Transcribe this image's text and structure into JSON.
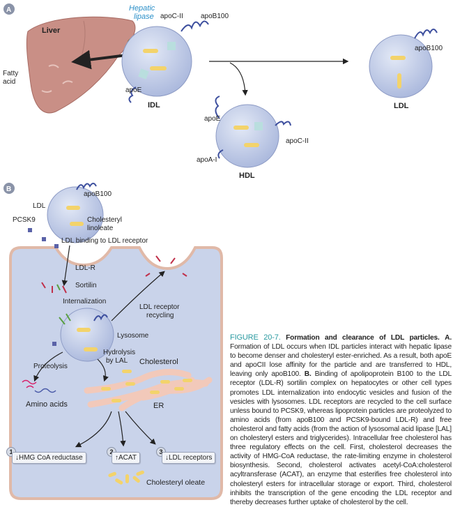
{
  "panel_a": {
    "badge": "A",
    "liver": "Liver",
    "fatty_acid": "Fatty acid",
    "fatty_acid_line1": "Fatty",
    "fatty_acid_line2": "acid",
    "hepatic_lipase_line1": "Hepatic",
    "hepatic_lipase_line2": "lipase",
    "idl": {
      "name": "IDL",
      "apoC2": "apoC-II",
      "apoB100": "apoB100",
      "apoE": "apoE"
    },
    "ldl": {
      "name": "LDL",
      "apoB100": "apoB100"
    },
    "hdl": {
      "name": "HDL",
      "apoE": "apoE",
      "apoC2": "apoC-II",
      "apoA1": "apoA-I"
    }
  },
  "panel_b": {
    "badge": "B",
    "ldl": "LDL",
    "apoB100": "apoB100",
    "pcsk9": "PCSK9",
    "cholesteryl_linoleate_line1": "Cholesteryl",
    "cholesteryl_linoleate_line2": "linoleate",
    "binding": "LDL binding to LDL receptor",
    "ldlr": "LDL-R",
    "sortilin": "Sortilin",
    "internalization": "Internalization",
    "recycling_line1": "LDL receptor",
    "recycling_line2": "recycling",
    "lysosome": "Lysosome",
    "proteolysis": "Proteolysis",
    "hydrolysis_line1": "Hydrolysis",
    "hydrolysis_line2": "by LAL",
    "cholesterol": "Cholesterol",
    "amino_acids": "Amino acids",
    "er": "ER",
    "effects": [
      {
        "number": "1",
        "label": "↓HMG CoA reductase"
      },
      {
        "number": "2",
        "label": "↑ACAT"
      },
      {
        "number": "3",
        "label": "↓LDL receptors"
      }
    ],
    "cholesteryl_oleate": "Cholesteryl oleate"
  },
  "caption": {
    "figure_number": "FIGURE 20-7.",
    "title": "Formation and clearance of LDL particles.",
    "a_label": "A.",
    "a_text": "Formation of LDL occurs when IDL particles interact with hepatic lipase to become denser and cholesteryl ester-enriched. As a result, both apoE and apoCII lose affinity for the particle and are transferred to HDL, leaving only apoB100.",
    "b_label": "B.",
    "b_text": "Binding of apolipoprotein B100 to the LDL receptor (LDL-R) sortilin complex on hepatocytes or other cell types promotes LDL internalization into endocytic vesicles and fusion of the vesicles with lysosomes. LDL receptors are recycled to the cell surface unless bound to PCSK9, whereas lipoprotein particles are proteolyzed to amino acids (from apoB100 and PCSK9-bound LDL-R) and free cholesterol and fatty acids (from the action of lysosomal acid lipase [LAL] on cholesteryl esters and triglycerides). Intracellular free cholesterol has three regulatory effects on the cell. First, cholesterol decreases the activity of HMG-CoA reductase, the rate-limiting enzyme in cholesterol biosynthesis. Second, cholesterol activates acetyl-CoA:cholesterol acyltransferase (ACAT), an enzyme that esterifies free cholesterol into cholesteryl esters for intracellular storage or export. Third, cholesterol inhibits the transcription of the gene encoding the LDL receptor and thereby decreases further uptake of cholesterol by the cell."
  },
  "colors": {
    "accent": "#2a9aa0",
    "hepatic_lipase": "#2a8fc8",
    "lipoprotein": "#b9c6e6",
    "apoprotein": "#3d4f9e",
    "cholesterol": "#f3d36b",
    "liver": "#c98f86",
    "cell": "#c9d3ea",
    "er": "#f2c9ba"
  }
}
